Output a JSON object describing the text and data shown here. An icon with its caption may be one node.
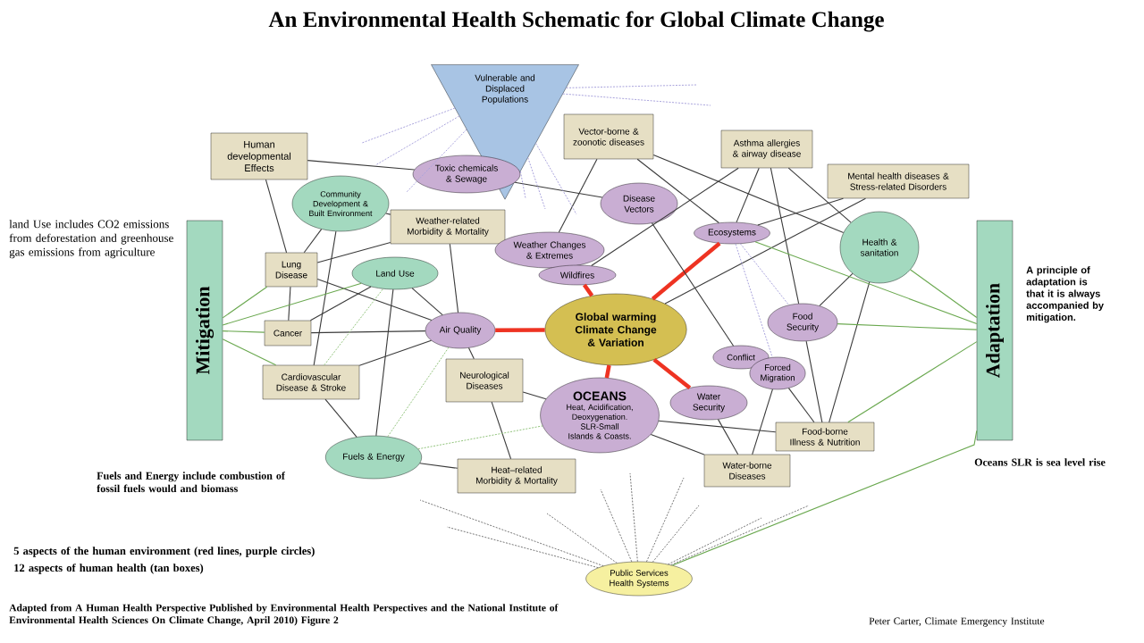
{
  "diagram": {
    "title": "An Environmental Health Schematic for Global Climate Change",
    "nodes": [
      {
        "text": [
          "Vulnerable and Displaced Populations"
        ]
      },
      {
        "text": [
          "Human developmental Effects"
        ]
      },
      {
        "text": [
          "Toxic chemicals & Sewage"
        ]
      },
      {
        "text": [
          "Vector-borne & zoonotic diseases"
        ]
      },
      {
        "text": [
          "Asthma allergies & airway disease"
        ]
      },
      {
        "text": [
          "Mental health diseases & Stress-related Disorders"
        ]
      },
      {
        "text": [
          "Community Development & Built Environment"
        ]
      },
      {
        "text": [
          "Weather-related Morbidity & Mortality"
        ]
      },
      {
        "text": [
          "Disease Vectors"
        ]
      },
      {
        "text": [
          "Ecosystems"
        ]
      },
      {
        "text": [
          "Weather Changes & Extremes"
        ]
      },
      {
        "text": [
          "Health & sanitation"
        ]
      },
      {
        "text": [
          "Wildfires"
        ]
      },
      {
        "text": [
          "Lung Disease"
        ]
      },
      {
        "text": [
          "Land Use"
        ]
      },
      {
        "text": [
          "Mitigation"
        ]
      },
      {
        "text": [
          "Adaptation"
        ]
      },
      {
        "text": [
          "Global warming Climate Change & Variation"
        ]
      },
      {
        "text": [
          "Air Quality"
        ]
      },
      {
        "text": [
          "Cancer"
        ]
      },
      {
        "text": [
          "Food Security"
        ]
      },
      {
        "text": [
          "Cardiovascular Disease & Stroke"
        ]
      },
      {
        "text": [
          "Neurological Diseases"
        ]
      },
      {
        "text": [
          "Conflict"
        ]
      },
      {
        "text": [
          "Forced Migration"
        ]
      },
      {
        "text": [
          "OCEANS",
          "Heat, Acidification, Deoxygenation. SLR-Small Islands & Coasts."
        ]
      },
      {
        "text": [
          "Water Security"
        ]
      },
      {
        "text": [
          "Food-borne Illness & Nutrition"
        ]
      },
      {
        "text": [
          "Fuels & Energy"
        ]
      },
      {
        "text": [
          "Heat–related Morbidity & Mortality"
        ]
      },
      {
        "text": [
          "Water-borne Diseases"
        ]
      },
      {
        "text": [
          "Public Services Health Systems"
        ]
      }
    ],
    "edges": [
      {
        "from": 17,
        "to": 18,
        "arrow": "none",
        "style": "thick",
        "color": "#ee3322"
      },
      {
        "from": 17,
        "to": 12,
        "arrow": "none",
        "style": "thick",
        "color": "#ee3322"
      },
      {
        "from": 17,
        "to": 9,
        "arrow": "none",
        "style": "thick",
        "color": "#ee3322"
      },
      {
        "from": 17,
        "to": 25,
        "arrow": "none",
        "style": "thick",
        "color": "#ee3322"
      },
      {
        "from": 17,
        "to": 26,
        "arrow": "none",
        "style": "thick",
        "color": "#ee3322"
      },
      {
        "from": 1,
        "to": 2,
        "arrow": "none"
      },
      {
        "from": 1,
        "to": 13,
        "arrow": "none"
      },
      {
        "from": 6,
        "to": 7,
        "arrow": "none"
      },
      {
        "from": 12,
        "to": 4,
        "arrow": "none"
      },
      {
        "from": 2,
        "to": 8,
        "arrow": "none"
      },
      {
        "from": 3,
        "to": 10,
        "arrow": "none"
      },
      {
        "from": 3,
        "to": 9,
        "arrow": "none"
      },
      {
        "from": 3,
        "to": 11,
        "arrow": "none"
      },
      {
        "from": 4,
        "to": 9,
        "arrow": "none"
      },
      {
        "from": 4,
        "to": 20,
        "arrow": "none"
      },
      {
        "from": 5,
        "to": 9,
        "arrow": "none"
      },
      {
        "from": 5,
        "to": 17,
        "arrow": "none"
      },
      {
        "from": 4,
        "to": 11,
        "arrow": "none"
      },
      {
        "from": 6,
        "to": 13,
        "arrow": "none"
      },
      {
        "from": 14,
        "to": 19,
        "arrow": "none"
      },
      {
        "from": 6,
        "to": 21,
        "arrow": "none"
      },
      {
        "from": 14,
        "to": 28,
        "arrow": "none"
      },
      {
        "from": 7,
        "to": 13,
        "arrow": "none"
      },
      {
        "from": 7,
        "to": 18,
        "arrow": "none"
      },
      {
        "from": 18,
        "to": 22,
        "arrow": "none"
      },
      {
        "from": 8,
        "to": 23,
        "arrow": "none"
      },
      {
        "from": 11,
        "to": 20,
        "arrow": "none"
      },
      {
        "from": 11,
        "to": 27,
        "arrow": "none"
      },
      {
        "from": 13,
        "to": 18,
        "arrow": "none"
      },
      {
        "from": 13,
        "to": 19,
        "arrow": "none"
      },
      {
        "from": 18,
        "to": 19,
        "arrow": "none"
      },
      {
        "from": 18,
        "to": 21,
        "arrow": "none"
      },
      {
        "from": 20,
        "to": 27,
        "arrow": "none"
      },
      {
        "from": 24,
        "to": 30,
        "arrow": "none"
      },
      {
        "from": 22,
        "to": 25,
        "arrow": "none"
      },
      {
        "from": 25,
        "to": 27,
        "arrow": "none"
      },
      {
        "from": 25,
        "to": 30,
        "arrow": "none"
      },
      {
        "from": 26,
        "to": 30,
        "arrow": "none"
      },
      {
        "from": 28,
        "to": 29,
        "arrow": "none"
      },
      {
        "from": 29,
        "to": 22,
        "arrow": "none"
      },
      {
        "from": 24,
        "to": 27,
        "arrow": "none"
      },
      {
        "from": 21,
        "to": 28,
        "arrow": "none"
      },
      {
        "from": 14,
        "to": 18,
        "arrow": "none"
      },
      {
        "from": 15,
        "to": 13,
        "arrow": "none",
        "color": "#6aa84f"
      },
      {
        "from": 15,
        "to": 14,
        "arrow": "none",
        "color": "#6aa84f"
      },
      {
        "from": 15,
        "to": 19,
        "arrow": "none",
        "color": "#6aa84f"
      },
      {
        "from": 15,
        "to": 21,
        "arrow": "none",
        "color": "#6aa84f"
      },
      {
        "from": 16,
        "to": 11,
        "arrow": "none",
        "color": "#6aa84f"
      },
      {
        "from": 16,
        "to": 20,
        "arrow": "none",
        "color": "#6aa84f"
      },
      {
        "from": 16,
        "to": 27,
        "arrow": "none",
        "color": "#6aa84f"
      },
      {
        "from": 16,
        "to": 9,
        "arrow": "none",
        "color": "#6aa84f"
      },
      {
        "from": 16,
        "to": 31,
        "arrow": "none",
        "color": "#6aa84f"
      },
      {
        "from": 28,
        "to": 18,
        "arrow": "none",
        "style": "dashed",
        "color": "#93c47d"
      },
      {
        "from": 28,
        "to": 25,
        "arrow": "none",
        "style": "dashed",
        "color": "#93c47d"
      },
      {
        "from": 21,
        "to": 14,
        "arrow": "none",
        "style": "dashed",
        "color": "#93c47d"
      },
      {
        "from": 9,
        "to": 20,
        "arrow": "none",
        "style": "dashed",
        "color": "#a9a3dc"
      },
      {
        "from": 9,
        "to": 24,
        "arrow": "none",
        "style": "dashed",
        "color": "#a9a3dc"
      },
      {
        "from": 0,
        "to": null,
        "arrow": "none",
        "style": "dashed",
        "color": "#a9a3dc"
      },
      {
        "from": 0,
        "to": null,
        "arrow": "none",
        "style": "dashed",
        "color": "#a9a3dc"
      },
      {
        "from": 0,
        "to": null,
        "arrow": "none",
        "style": "dashed",
        "color": "#a9a3dc"
      },
      {
        "from": 0,
        "to": null,
        "arrow": "none",
        "style": "dashed",
        "color": "#a9a3dc"
      },
      {
        "from": 0,
        "to": null,
        "arrow": "none",
        "style": "dashed",
        "color": "#a9a3dc"
      },
      {
        "from": 0,
        "to": null,
        "arrow": "none",
        "style": "dashed",
        "color": "#a9a3dc"
      },
      {
        "from": 0,
        "to": null,
        "arrow": "none",
        "style": "dashed",
        "color": "#a9a3dc"
      },
      {
        "from": 0,
        "to": null,
        "arrow": "none",
        "style": "dashed",
        "color": "#a9a3dc"
      },
      {
        "from": 31,
        "to": null,
        "arrow": "none",
        "style": "dashed",
        "color": "#777777"
      },
      {
        "from": 31,
        "to": null,
        "arrow": "none",
        "style": "dashed",
        "color": "#777777"
      },
      {
        "from": 31,
        "to": null,
        "arrow": "none",
        "style": "dashed",
        "color": "#777777"
      },
      {
        "from": 31,
        "to": null,
        "arrow": "none",
        "style": "dashed",
        "color": "#777777"
      },
      {
        "from": 31,
        "to": null,
        "arrow": "none",
        "style": "dashed",
        "color": "#777777"
      },
      {
        "from": 31,
        "to": null,
        "arrow": "none",
        "style": "dashed",
        "color": "#777777"
      },
      {
        "from": 31,
        "to": null,
        "arrow": "none",
        "style": "dashed",
        "color": "#777777"
      },
      {
        "from": 31,
        "to": null,
        "arrow": "none",
        "style": "dashed",
        "color": "#777777"
      },
      {
        "from": 31,
        "to": null,
        "arrow": "none",
        "style": "dashed",
        "color": "#777777"
      }
    ],
    "labels": [
      "land Use includes CO2 emissions from deforestation and greenhouse gas emissions from agriculture",
      "A principle of adaptation is that it is always accompanied by mitigation.",
      "Fuels and Energy include combustion of fossil fuels would and biomass",
      "Oceans SLR is sea level rise",
      "5 aspects of the human environment (red lines, purple circles)",
      "12 aspects of human health (tan boxes)",
      "Adapted from A Human Health Perspective Published by Environmental Health Perspectives and the National Institute of Environmental Health Sciences On Climate Change, April 2010) Figure 2",
      "Peter Carter, Climate Emergency Institute"
    ]
  }
}
